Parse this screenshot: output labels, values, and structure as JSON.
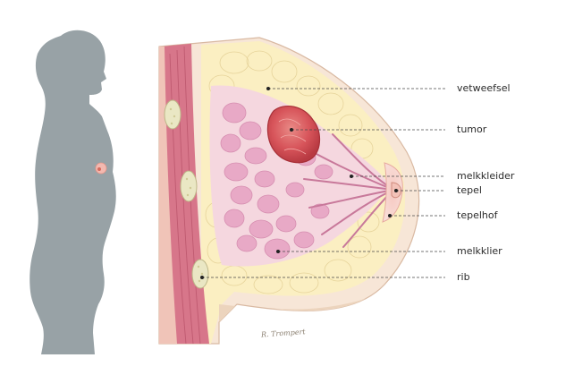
{
  "diagram": {
    "labels": {
      "vetweefsel": "vetweefsel",
      "tumor": "tumor",
      "melkkleider": "melkkleider",
      "tepel": "tepel",
      "tepelhof": "tepelhof",
      "melkklier": "melkklier",
      "rib": "rib"
    },
    "signature": "R. Trompert"
  }
}
